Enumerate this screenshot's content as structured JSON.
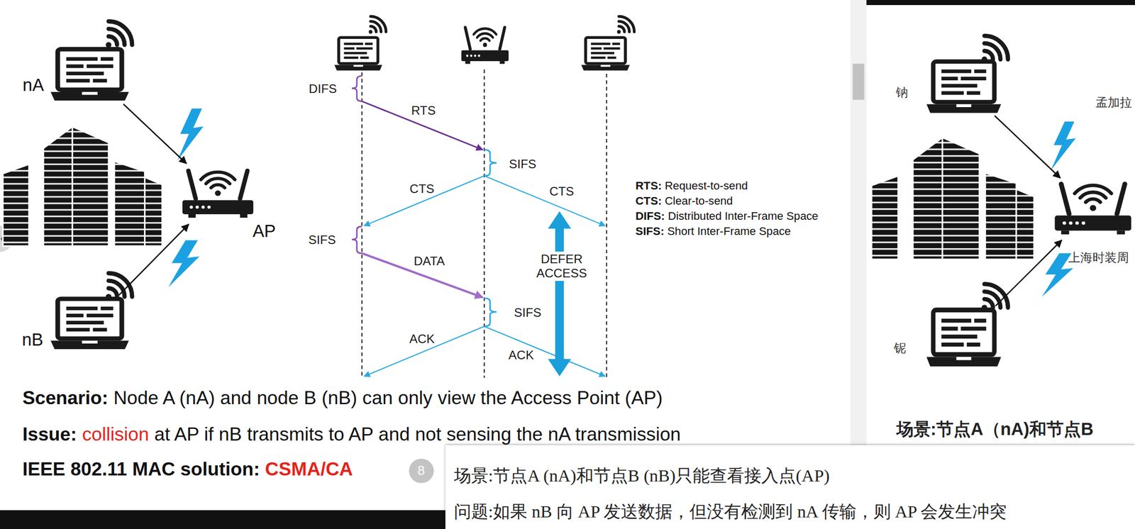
{
  "diagram": {
    "nodes": [
      {
        "text": [
          "nA"
        ]
      },
      {
        "text": [
          "AP"
        ]
      },
      {
        "text": [
          "nB"
        ]
      },
      {
        "text": [
          "钠"
        ]
      },
      {
        "text": [
          "上海时装周"
        ]
      },
      {
        "text": [
          "铌"
        ]
      },
      {
        "text": [
          "8"
        ]
      },
      {
        "text": [
          "场景:节点A (nA)和节点B (nB)只能查看接入点(AP)",
          "问题:如果 nB 向 AP 发送数据，但没有检测到 nA 传输，则 AP 会发生冲突"
        ]
      }
    ],
    "edges": [
      {
        "from": 0,
        "to": 1,
        "arrow": "to"
      },
      {
        "from": 2,
        "to": 1,
        "arrow": "to"
      },
      {
        "from": 3,
        "to": 4,
        "arrow": "to"
      },
      {
        "from": 5,
        "to": 4,
        "arrow": "to"
      }
    ],
    "labels": [
      "DIFS",
      "RTS",
      "SIFS",
      "CTS",
      "CTS",
      "SIFS",
      "DATA",
      "DEFER ACCESS",
      "SIFS",
      "ACK",
      "ACK",
      "RTS:",
      "Request-to-send",
      "CTS:",
      "Clear-to-send",
      "DIFS:",
      "Distributed Inter-Frame Space",
      "SIFS:",
      "Short Inter-Frame Space",
      "Scenario:",
      "Node A (nA) and node B (nB) can only view the Access Point (AP)",
      "Issue:",
      "collision",
      "at AP if nB transmits to AP and not sensing the nA transmission",
      "IEEE 802.11 MAC solution:",
      "CSMA/CA",
      "孟加拉",
      "场景:节点A（nA)和节点B"
    ]
  }
}
